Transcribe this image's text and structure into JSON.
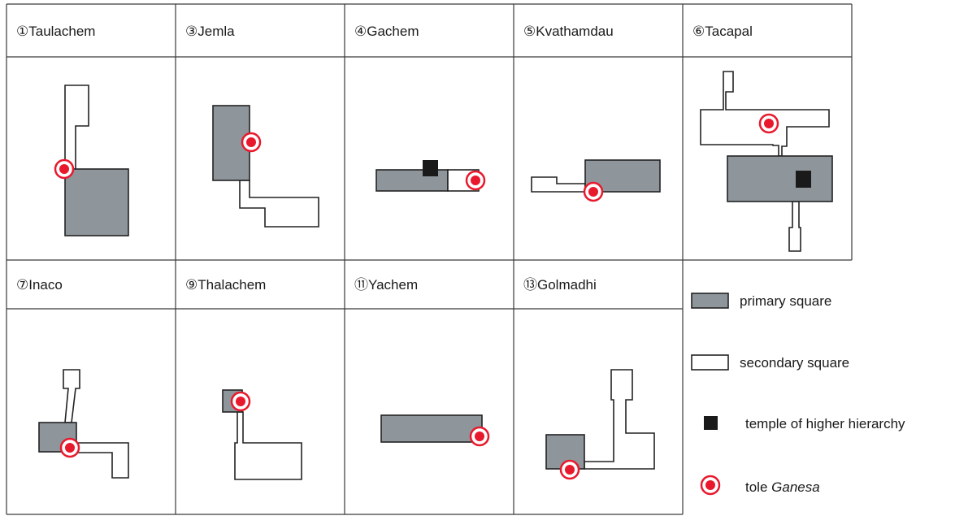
{
  "panels_top": [
    {
      "num": "①",
      "name": "Taulachem"
    },
    {
      "num": "③",
      "name": "Jemla"
    },
    {
      "num": "④",
      "name": "Gachem"
    },
    {
      "num": "⑤",
      "name": "Kvathamdau"
    },
    {
      "num": "⑥",
      "name": "Tacapal"
    }
  ],
  "panels_bottom": [
    {
      "num": "⑦",
      "name": "Inaco"
    },
    {
      "num": "⑨",
      "name": "Thalachem"
    },
    {
      "num": "⑪",
      "name": "Yachem"
    },
    {
      "num": "⑬",
      "name": "Golmadhi"
    }
  ],
  "legend": {
    "primary": "primary square",
    "secondary": "secondary square",
    "temple": "temple of higher hierarchy",
    "ganesa_prefix": "tole ",
    "ganesa_italic": "Ganesa"
  },
  "colors": {
    "primary_fill": "#8e969c",
    "secondary_fill": "#ffffff",
    "temple_fill": "#1a1a1a",
    "ganesa_red": "#e8192c"
  }
}
